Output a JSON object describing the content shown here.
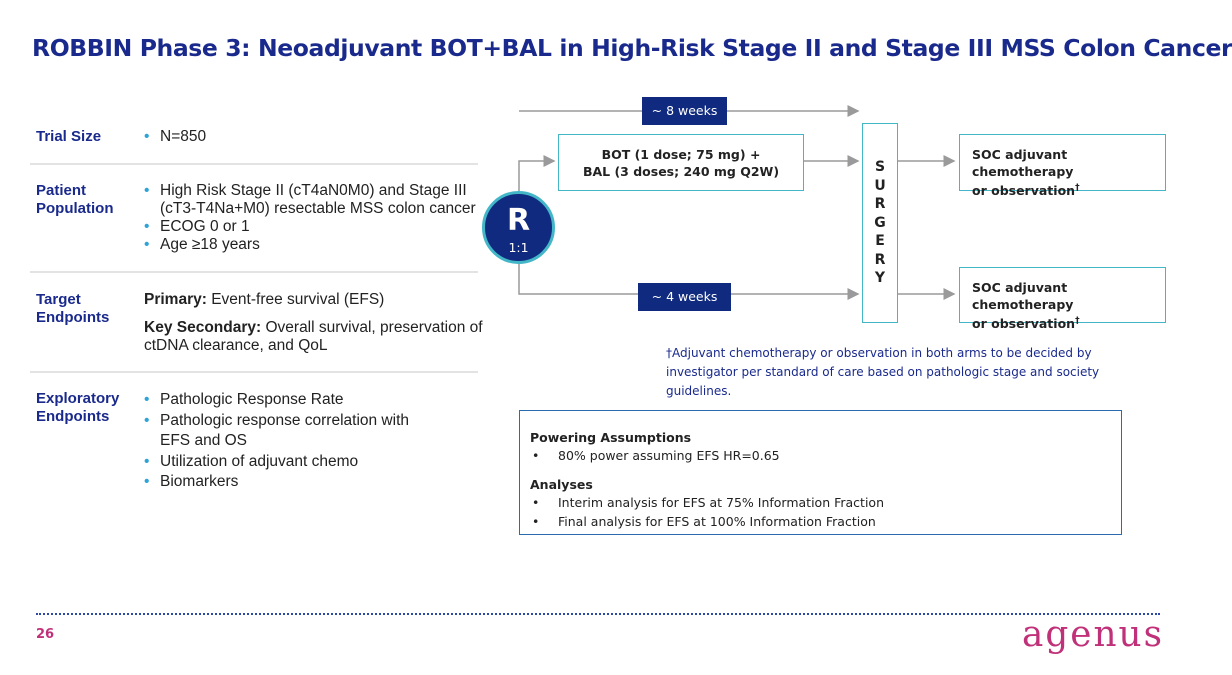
{
  "title": "ROBBIN Phase 3: Neoadjuvant BOT+BAL in High-Risk Stage II and Stage III MSS Colon Cancer",
  "trial_table": {
    "trial_size": {
      "label": "Trial Size",
      "items": [
        "N=850"
      ]
    },
    "patient_population": {
      "label": "Patient Population",
      "items": [
        "High Risk Stage II (cT4aN0M0) and Stage III (cT3-T4Na+M0) resectable MSS colon cancer",
        "ECOG 0 or 1",
        "Age ≥18 years"
      ]
    },
    "target_endpoints": {
      "label": "Target Endpoints",
      "primary_label": "Primary:",
      "primary_text": " Event-free survival (EFS)",
      "secondary_label": "Key Secondary:",
      "secondary_text": " Overall survival, preservation of ctDNA clearance, and QoL"
    },
    "exploratory_endpoints": {
      "label": "Exploratory Endpoints",
      "items": [
        "Pathologic Response Rate",
        "Pathologic response correlation with EFS and OS",
        "Utilization of adjuvant chemo",
        "Biomarkers"
      ]
    }
  },
  "diagram": {
    "randomization_letter": "R",
    "randomization_ratio": "1:1",
    "duration_top": "~ 8 weeks",
    "duration_bottom": "~ 4 weeks",
    "treatment_line1": "BOT (1 dose; 75 mg) +",
    "treatment_line2": "BAL (3 doses; 240 mg Q2W)",
    "surgery_letters": [
      "S",
      "U",
      "R",
      "G",
      "E",
      "R",
      "Y"
    ],
    "outcome_top_line1": "SOC adjuvant chemotherapy",
    "outcome_top_line2": "or observation",
    "outcome_bottom_line1": "SOC adjuvant chemotherapy",
    "outcome_bottom_line2": "or observation",
    "dagger": "†",
    "footnote": "†Adjuvant chemotherapy or observation in both arms to be decided by investigator per standard of care based on pathologic stage and society guidelines."
  },
  "powering": {
    "heading": "Powering Assumptions",
    "items": [
      "80% power assuming EFS HR=0.65"
    ],
    "analyses_heading": "Analyses",
    "analyses_items": [
      "Interim analysis for EFS at 75% Information Fraction",
      "Final analysis for EFS at 100% Information Fraction"
    ]
  },
  "footer": {
    "page_number": "26",
    "logo_text": "agenus",
    "logo_color": "#c0317a",
    "accent_navy": "#0f2a7e",
    "accent_teal": "#43b6c7"
  }
}
